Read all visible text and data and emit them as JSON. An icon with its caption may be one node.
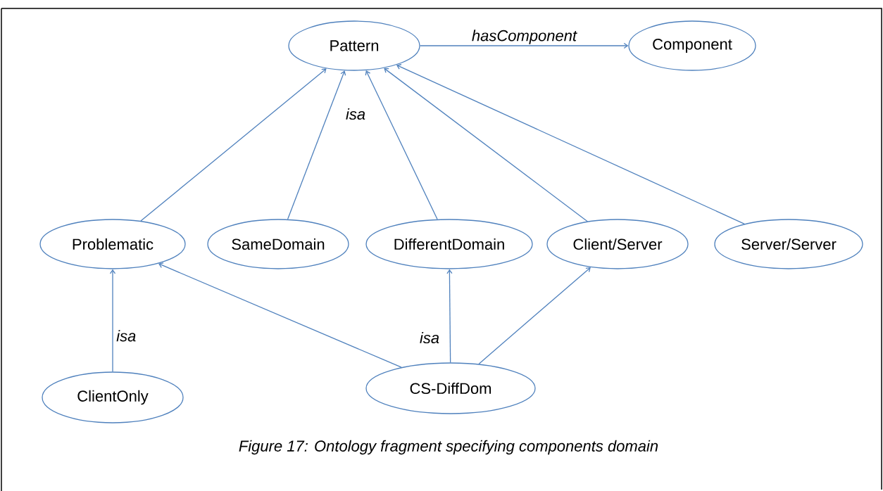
{
  "diagram": {
    "caption": "Figure 17:  Ontology fragment specifying components domain",
    "nodes": [
      {
        "text": [
          "Pattern"
        ]
      },
      {
        "text": [
          "Component"
        ]
      },
      {
        "text": [
          "Problematic"
        ]
      },
      {
        "text": [
          "SameDomain"
        ]
      },
      {
        "text": [
          "DifferentDomain"
        ]
      },
      {
        "text": [
          "Client/Server"
        ]
      },
      {
        "text": [
          "Server/Server"
        ]
      },
      {
        "text": [
          "ClientOnly"
        ]
      },
      {
        "text": [
          "CS-DiffDom"
        ]
      }
    ],
    "edges": [
      {
        "from": 0,
        "to": 1,
        "arrow": "to",
        "label": "hasComponent"
      },
      {
        "from": 2,
        "to": 0,
        "arrow": "to"
      },
      {
        "from": 3,
        "to": 0,
        "arrow": "to"
      },
      {
        "from": 4,
        "to": 0,
        "arrow": "to"
      },
      {
        "from": 5,
        "to": 0,
        "arrow": "to"
      },
      {
        "from": 6,
        "to": 0,
        "arrow": "to"
      },
      {
        "from": 7,
        "to": 2,
        "arrow": "to",
        "label": "isa"
      },
      {
        "from": 8,
        "to": 2,
        "arrow": "to"
      },
      {
        "from": 8,
        "to": 4,
        "arrow": "to"
      },
      {
        "from": 8,
        "to": 5,
        "arrow": "to"
      }
    ],
    "labels": [
      "isa",
      "isa"
    ]
  }
}
